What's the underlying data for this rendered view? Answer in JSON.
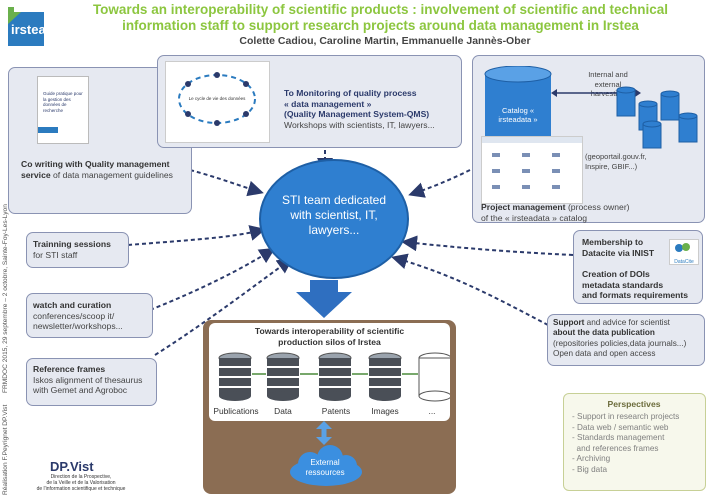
{
  "logo": {
    "text": "irstea"
  },
  "header": {
    "title_line1": "Towards an interoperability of scientific products : involvement of scientific and technical",
    "title_line2": "information staff to support research projects around data management in Irstea",
    "authors": "Colette Cadiou, Caroline Martin, Emmanuelle Jannès-Ober"
  },
  "side_text": {
    "left_lower": "Réalisation F.Peyrignet DP.Vist",
    "left_upper": "FRMDOC 2015, 29 septembre – 2 octobre, Sainte-Foy-Les-Lyon"
  },
  "center": {
    "label": "STI team dedicated with scientist, IT, lawyers..."
  },
  "boxes": {
    "co_writing": {
      "doc_title": "Guide pratique pour la gestion des données de recherche",
      "bold": "Co writing with Quality management service",
      "rest": "of data management guidelines"
    },
    "monitoring": {
      "cycle_label": "Le cycle de vie des données",
      "line1": "To Monitoring of quality process",
      "line2": "« data management »",
      "line3": "(Quality Management System-QMS)",
      "line4": "Workshops with scientists, IT, lawyers..."
    },
    "catalog": {
      "db_label": "Catalog « irsteadata »",
      "harvest": "Internal and external harvesting",
      "sources": "(geoportail.gouv.fr, Inspire, GBIF...)",
      "bold": "Project management",
      "bold_rest": "(process owner)",
      "line2": "of the « irsteadata » catalog"
    },
    "training": {
      "bold": "Trainning sessions",
      "rest": "for STI staff"
    },
    "watch": {
      "bold": "watch and curation",
      "line1": "conferences/scoop it/",
      "line2": "newsletter/workshops..."
    },
    "reference": {
      "bold": "Reference frames",
      "line1": "Iskos alignment of thesaurus",
      "line2": "with Gemet and Agroboc"
    },
    "datacite": {
      "logo": "DataCite",
      "bold1": "Membership to",
      "bold2": "Datacite via INIST",
      "bold3": "Creation of DOIs",
      "bold4": "metadata standards",
      "bold5": "and formats requirements"
    },
    "support": {
      "bold": "Support",
      "line1_rest": "and advice for scientist",
      "bold2": "about the data publication",
      "line3": "(repositories policies,data journals...)",
      "line4": "Open data and open access"
    }
  },
  "silos": {
    "title1": "Towards interoperability of scientific",
    "title2": "production silos of Irstea",
    "labels": [
      "Publications",
      "Data",
      "Patents",
      "Images",
      "..."
    ],
    "external": "External ressources"
  },
  "perspectives": {
    "title": "Perspectives",
    "items": [
      "- Support in research projects",
      "- Data web / semantic web",
      "- Standards management",
      "  and references frames",
      "- Archiving",
      "- Big data"
    ]
  },
  "footer": {
    "org": "DP.Vist",
    "desc1": "Direction de la Prospective,",
    "desc2": "de la Veille et de la Valorisation",
    "desc3": "de l'information scientifique et technique"
  }
}
